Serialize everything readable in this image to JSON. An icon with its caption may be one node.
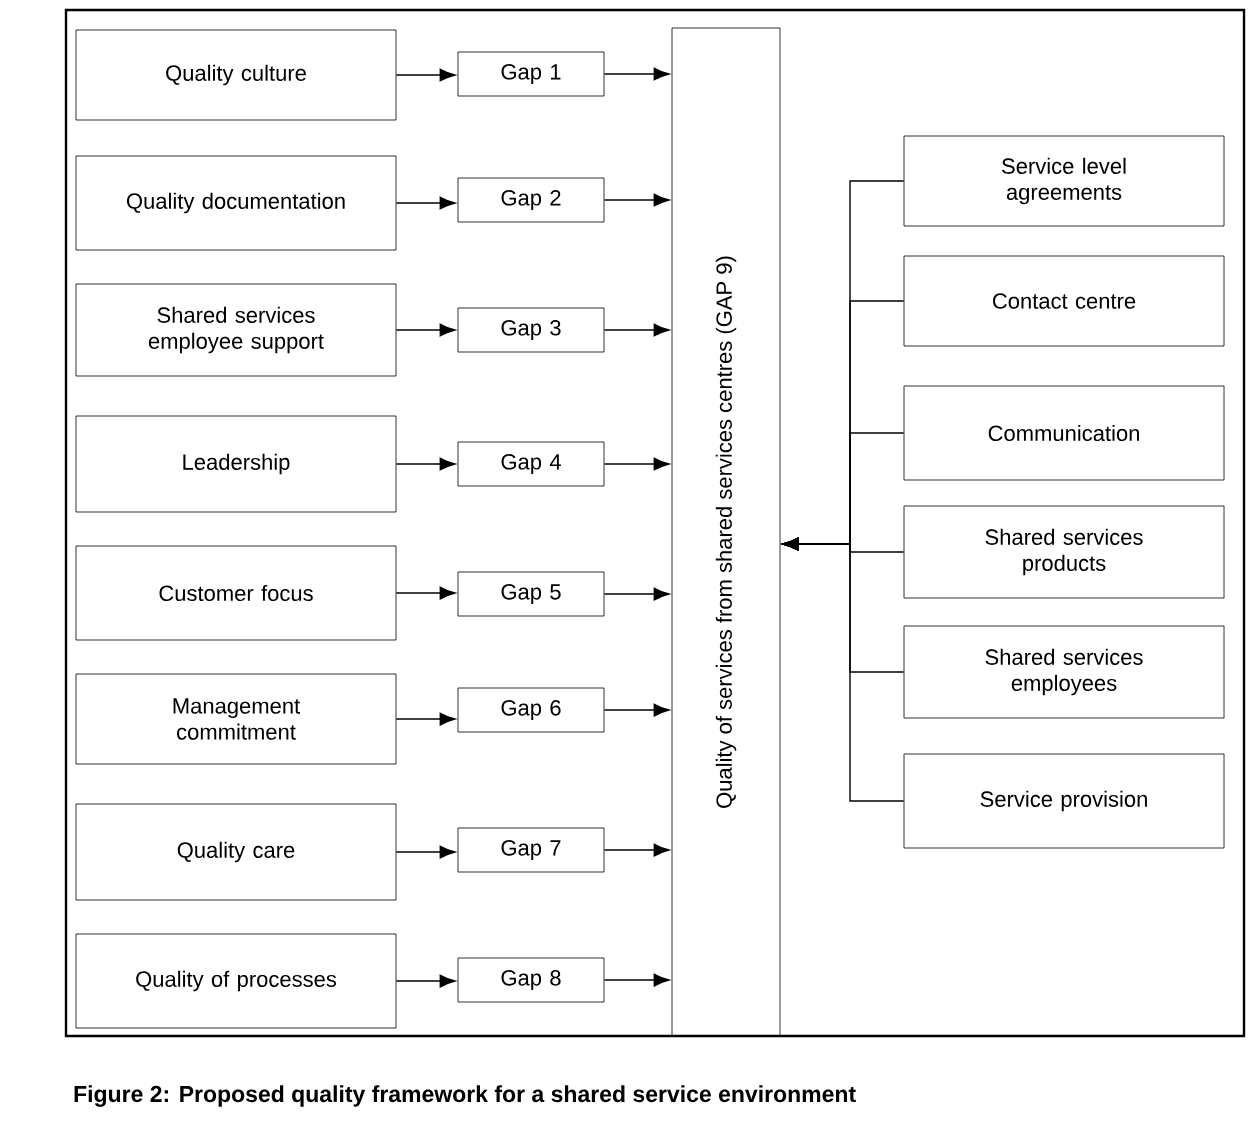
{
  "diagram": {
    "caption": "Figure 2: Proposed quality framework for a shared service environment",
    "nodes": [
      {
        "text": [
          "Quality culture"
        ]
      },
      {
        "text": [
          "Quality documentation"
        ]
      },
      {
        "text": [
          "Shared services employee support"
        ]
      },
      {
        "text": [
          "Leadership"
        ]
      },
      {
        "text": [
          "Customer focus"
        ]
      },
      {
        "text": [
          "Management commitment"
        ]
      },
      {
        "text": [
          "Quality care"
        ]
      },
      {
        "text": [
          "Quality of processes"
        ]
      },
      {
        "text": [
          "Gap 1"
        ]
      },
      {
        "text": [
          "Gap 2"
        ]
      },
      {
        "text": [
          "Gap 3"
        ]
      },
      {
        "text": [
          "Gap 4"
        ]
      },
      {
        "text": [
          "Gap 5"
        ]
      },
      {
        "text": [
          "Gap 6"
        ]
      },
      {
        "text": [
          "Gap 7"
        ]
      },
      {
        "text": [
          "Gap 8"
        ]
      },
      {
        "text": [
          "Quality of services from shared services centres (GAP 9)"
        ]
      },
      {
        "text": [
          "Service level agreements"
        ]
      },
      {
        "text": [
          "Contact centre"
        ]
      },
      {
        "text": [
          "Communication"
        ]
      },
      {
        "text": [
          "Shared services products"
        ]
      },
      {
        "text": [
          "Shared services employees"
        ]
      },
      {
        "text": [
          "Service provision"
        ]
      }
    ],
    "edges": [
      {
        "from": 0,
        "to": 8,
        "arrow": "to"
      },
      {
        "from": 1,
        "to": 9,
        "arrow": "to"
      },
      {
        "from": 2,
        "to": 10,
        "arrow": "to"
      },
      {
        "from": 3,
        "to": 11,
        "arrow": "to"
      },
      {
        "from": 4,
        "to": 12,
        "arrow": "to"
      },
      {
        "from": 5,
        "to": 13,
        "arrow": "to"
      },
      {
        "from": 6,
        "to": 14,
        "arrow": "to"
      },
      {
        "from": 7,
        "to": 15,
        "arrow": "to"
      },
      {
        "from": 8,
        "to": 16,
        "arrow": "to"
      },
      {
        "from": 9,
        "to": 16,
        "arrow": "to"
      },
      {
        "from": 10,
        "to": 16,
        "arrow": "to"
      },
      {
        "from": 11,
        "to": 16,
        "arrow": "to"
      },
      {
        "from": 12,
        "to": 16,
        "arrow": "to"
      },
      {
        "from": 13,
        "to": 16,
        "arrow": "to"
      },
      {
        "from": 14,
        "to": 16,
        "arrow": "to"
      },
      {
        "from": 15,
        "to": 16,
        "arrow": "to"
      },
      {
        "from": 17,
        "to": 16,
        "arrow": "to"
      },
      {
        "from": 18,
        "to": 16,
        "arrow": "to"
      },
      {
        "from": 19,
        "to": 16,
        "arrow": "to"
      },
      {
        "from": 20,
        "to": 16,
        "arrow": "to"
      },
      {
        "from": 21,
        "to": 16,
        "arrow": "to"
      },
      {
        "from": 22,
        "to": 16,
        "arrow": "to"
      }
    ]
  }
}
